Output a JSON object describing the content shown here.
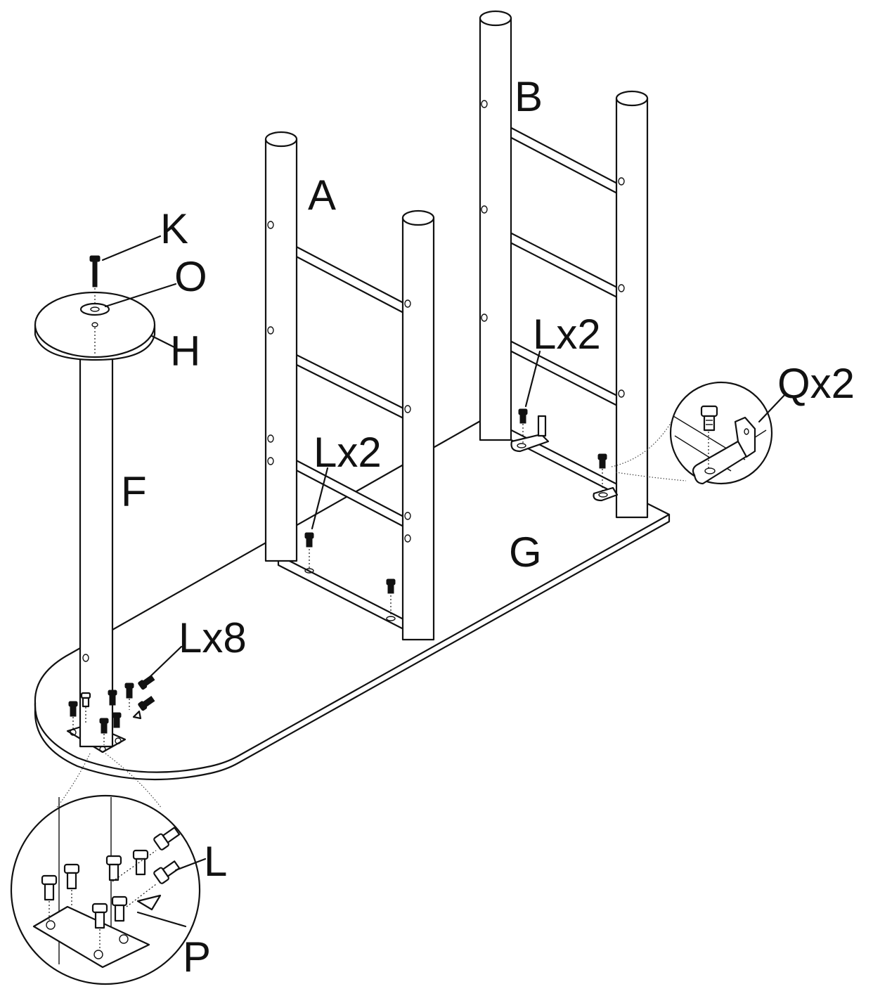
{
  "labels": {
    "a": "A",
    "b": "B",
    "k": "K",
    "o": "O",
    "h": "H",
    "f": "F",
    "g": "G",
    "l_x2_left": "Lx2",
    "l_x2_right": "Lx2",
    "q_x2": "Qx2",
    "l_x8": "Lx8",
    "l": "L",
    "p": "P"
  },
  "colors": {
    "line": "#111111",
    "background": "#ffffff"
  }
}
